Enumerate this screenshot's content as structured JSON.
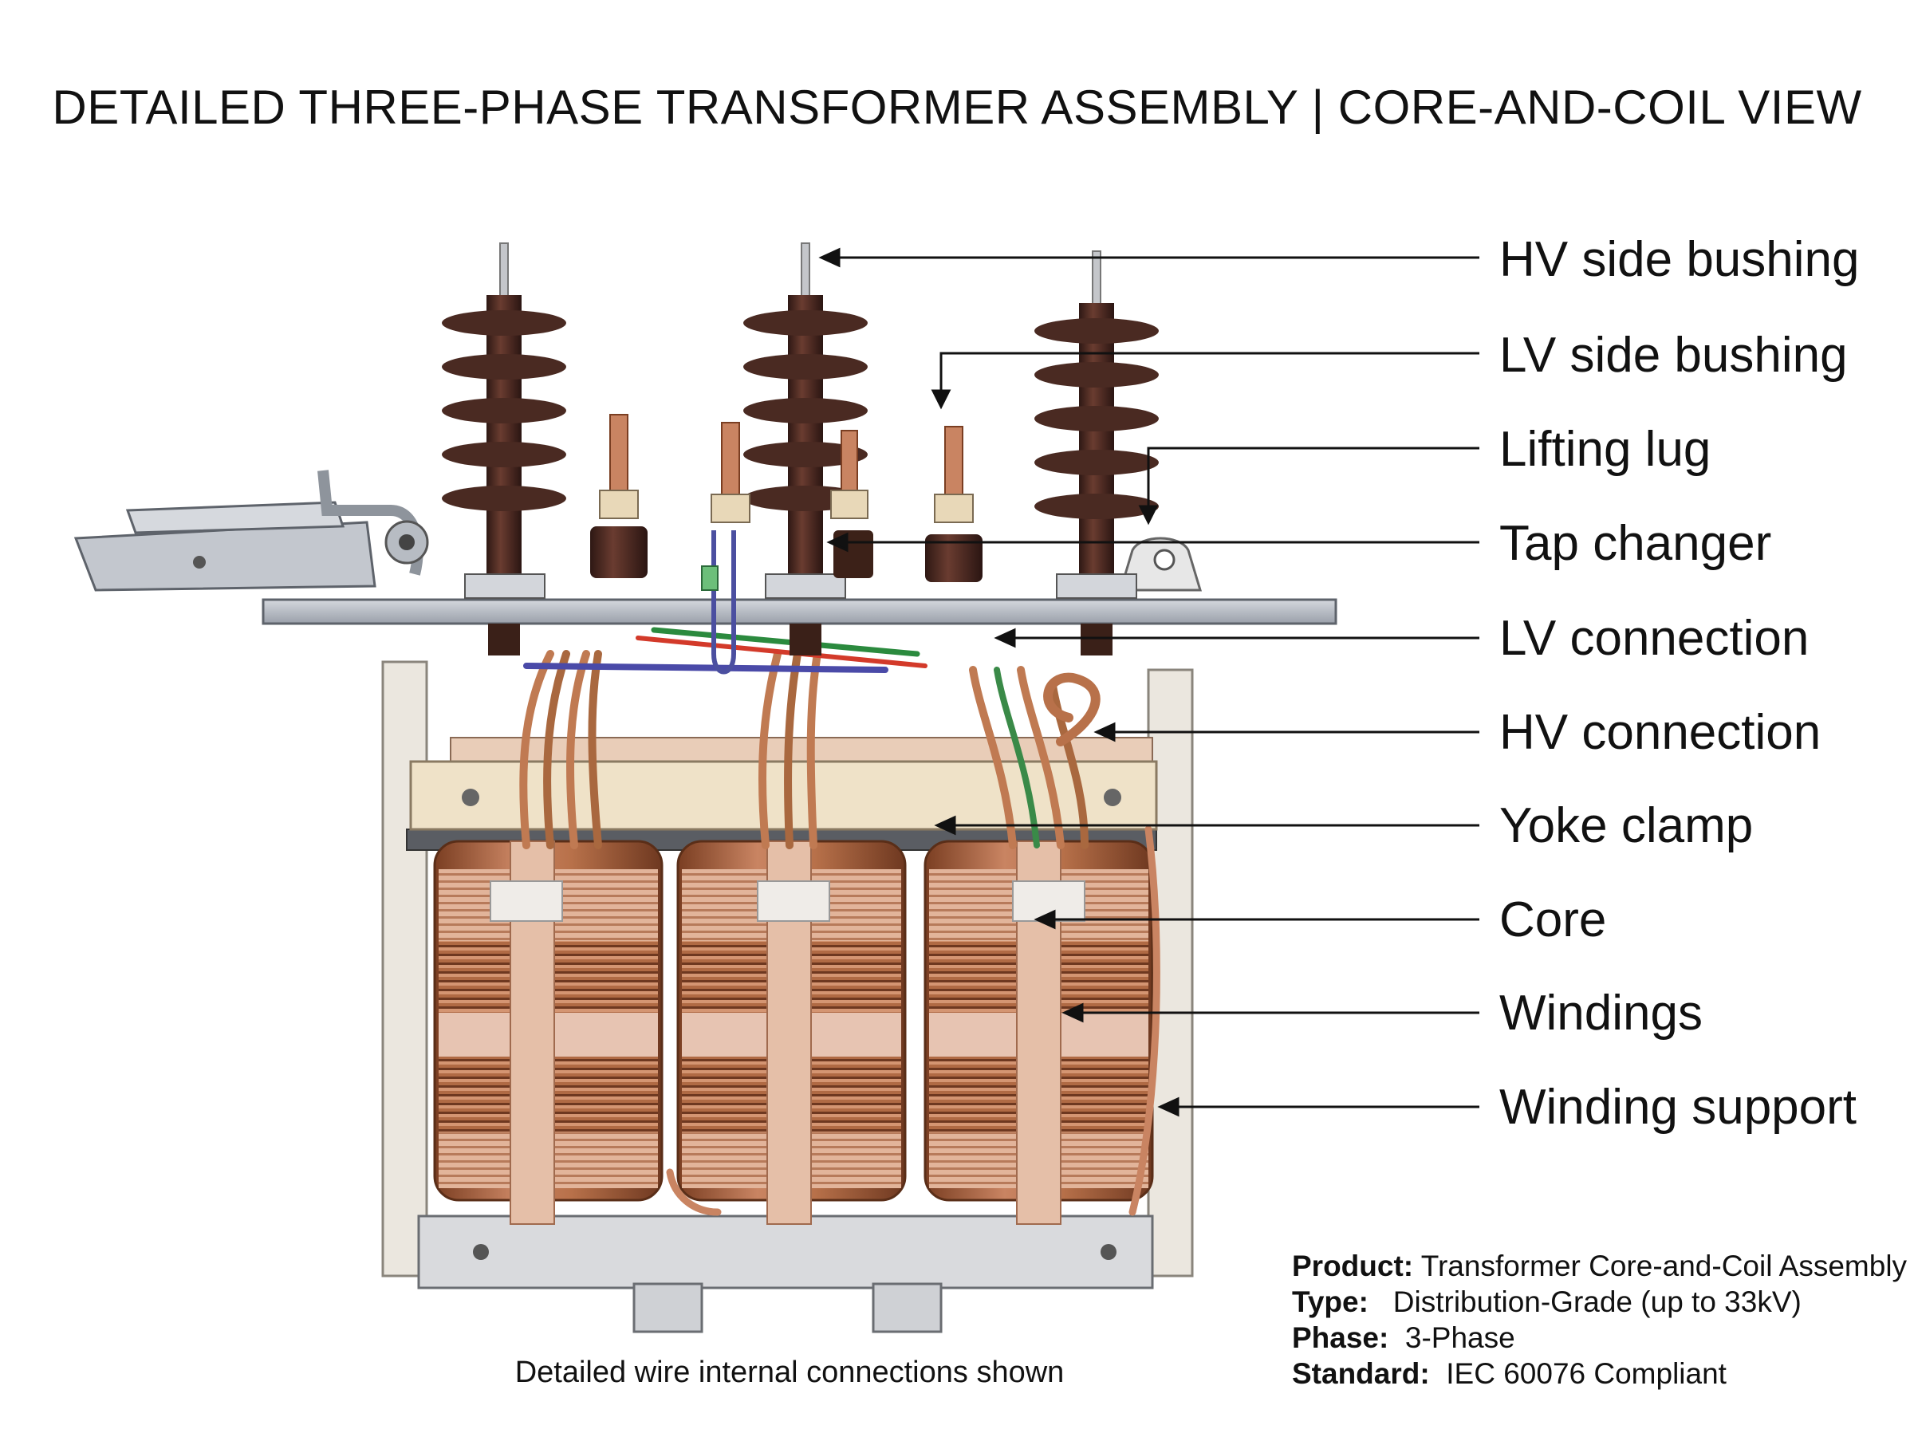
{
  "title": "DETAILED THREE-PHASE TRANSFORMER ASSEMBLY | CORE-AND-COIL VIEW",
  "callouts": [
    "HV side bushing",
    "LV side bushing",
    "Lifting lug",
    "Tap changer",
    "LV connection",
    "HV connection",
    "Yoke clamp",
    "Core",
    "Windings",
    "Winding support"
  ],
  "caption": "Detailed wire internal connections shown",
  "spec": {
    "product_label": "Product:",
    "product_value": "Transformer Core-and-Coil Assembly",
    "type_label": "Type:",
    "type_value": "Distribution-Grade (up to 33kV)",
    "phase_label": "Phase:",
    "phase_value": "3-Phase",
    "standard_label": "Standard:",
    "standard_value": "IEC 60076 Compliant"
  },
  "colors": {
    "bushing": "#4a2a22",
    "copper": "#b8714a",
    "copper_dark": "#7a3e22",
    "insulation": "#e8c4b0",
    "frame": "#e8e4dc",
    "steel": "#b5bac2"
  }
}
